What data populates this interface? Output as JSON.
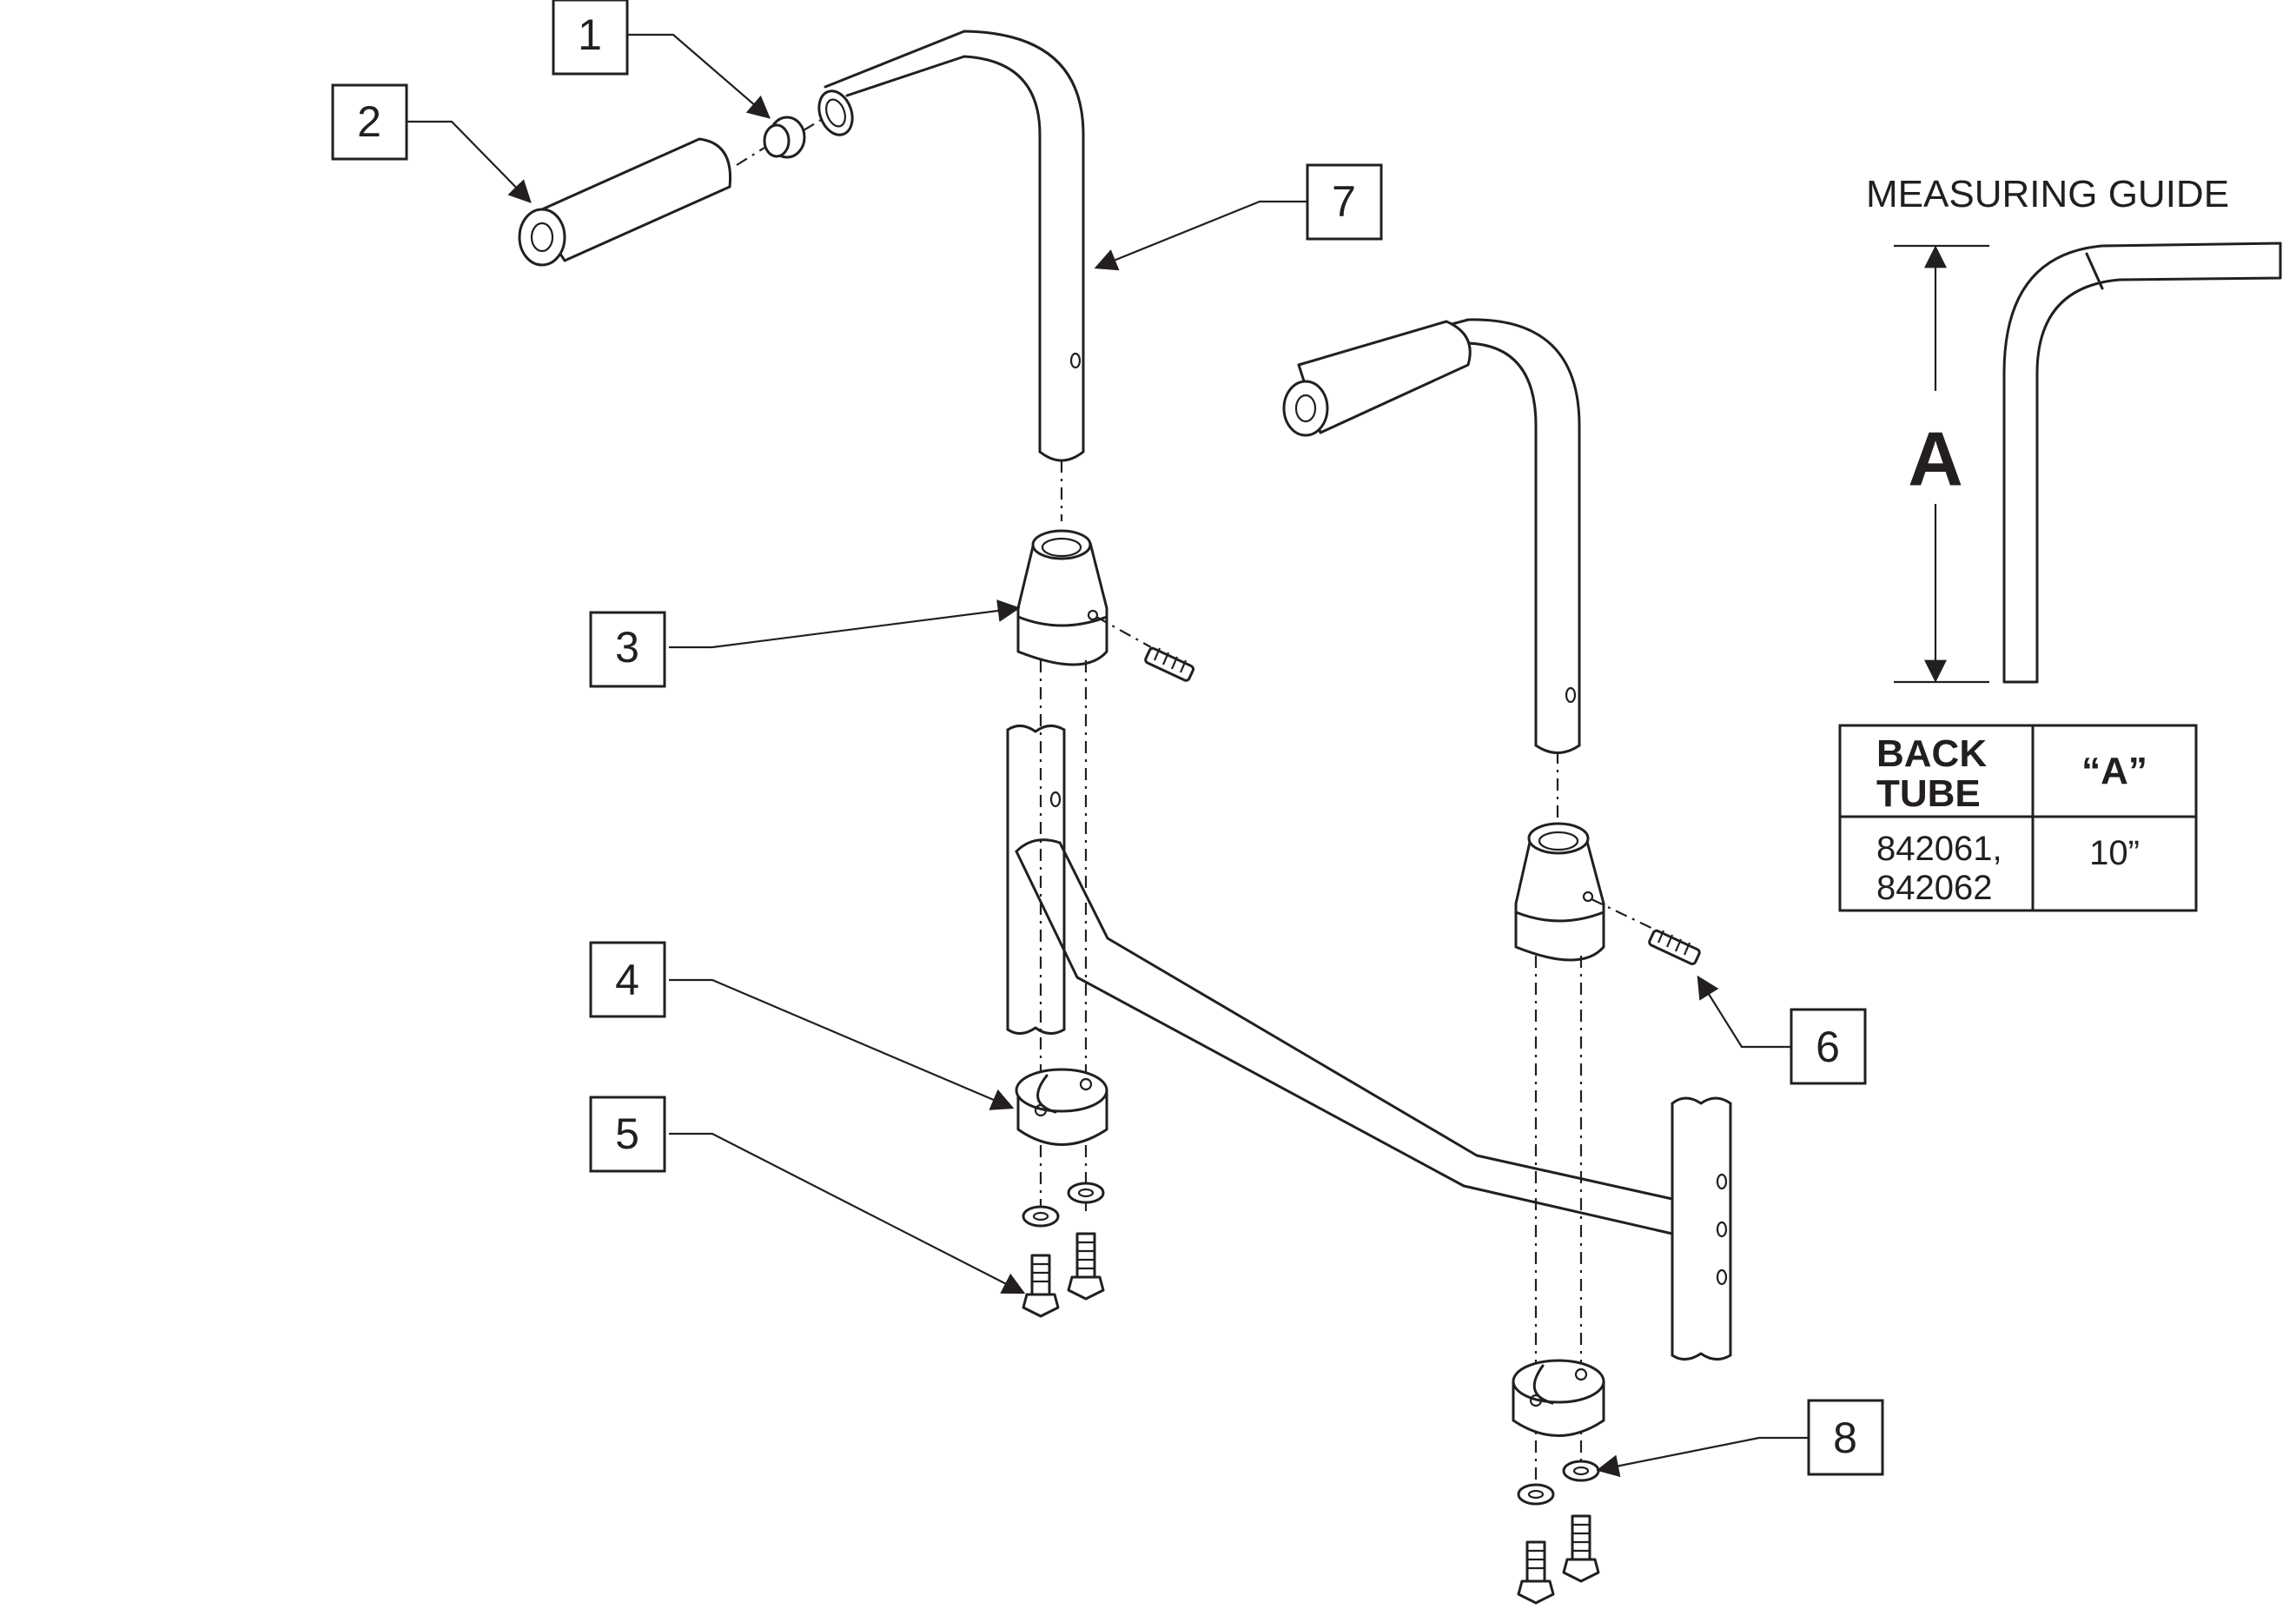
{
  "callouts": [
    "1",
    "2",
    "3",
    "4",
    "5",
    "6",
    "7",
    "8"
  ],
  "measuring_guide": {
    "title": "MEASURING GUIDE",
    "dimension_label": "A"
  },
  "table": {
    "header_1_line_1": "BACK",
    "header_1_line_2": "TUBE",
    "header_2": "“A”",
    "part_number_1": "842061,",
    "part_number_2": "842062",
    "value": "10”"
  }
}
